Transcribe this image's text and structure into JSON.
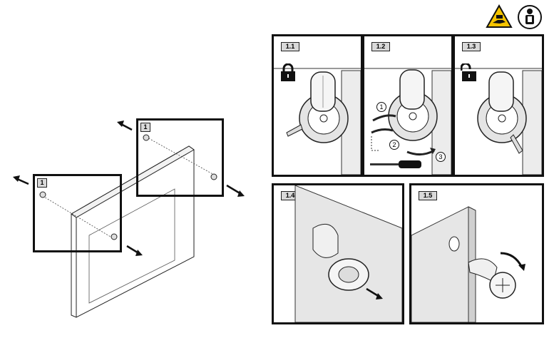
{
  "warning_icons": [
    "hand-crush-warning-icon",
    "wear-manual-mandatory-icon"
  ],
  "overview": {
    "callout_left_label": "1",
    "callout_right_label": "1"
  },
  "panels": [
    {
      "label": "1.1",
      "lock": "locked"
    },
    {
      "label": "1.2",
      "steps": [
        "1",
        "2",
        "3"
      ],
      "tool": "screwdriver-icon"
    },
    {
      "label": "1.3",
      "lock": "unlocked"
    },
    {
      "label": "1.4"
    },
    {
      "label": "1.5"
    }
  ],
  "colors": {
    "warning_yellow": "#f5c400",
    "line": "#111111",
    "metal": "#d8d8d8"
  }
}
